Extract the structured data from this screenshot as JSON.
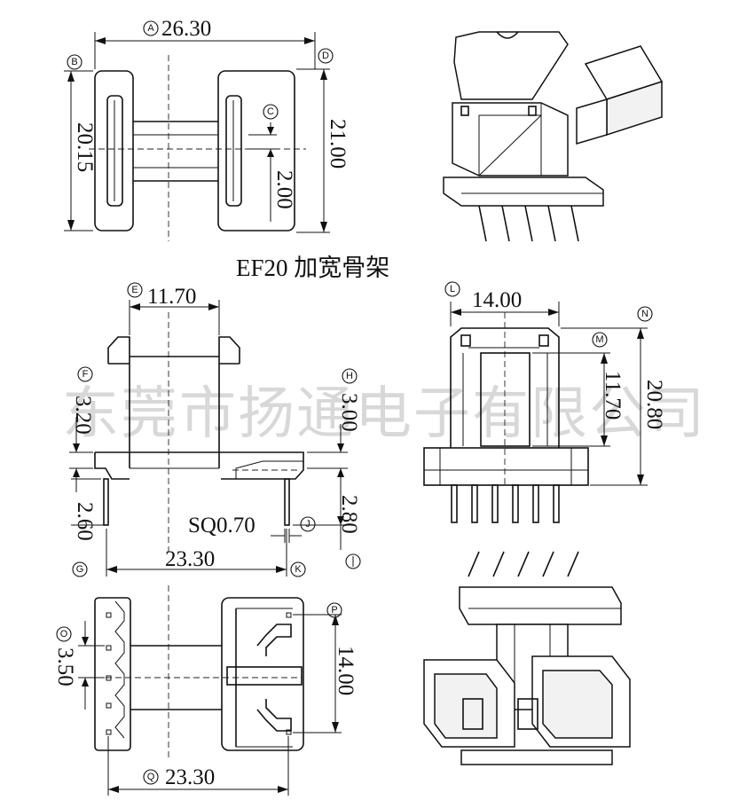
{
  "title": "EF20 加宽骨架",
  "watermark": "东莞市扬通电子有限公司",
  "markers": [
    "A",
    "B",
    "C",
    "D",
    "E",
    "F",
    "G",
    "H",
    "J",
    "K",
    "L",
    "M",
    "N",
    "O",
    "P",
    "Q"
  ],
  "dimensions": {
    "A": "26.30",
    "B": "20.15",
    "C": "2.00",
    "D": "21.00",
    "E": "11.70",
    "F": "3.20",
    "G": "2.60",
    "H": "3.00",
    "I": "2.80",
    "J": "SQ0.70",
    "K": "23.30",
    "L": "14.00",
    "M": "11.70",
    "N": "20.80",
    "O": "3.50",
    "P": "14.00",
    "Q": "23.30"
  }
}
